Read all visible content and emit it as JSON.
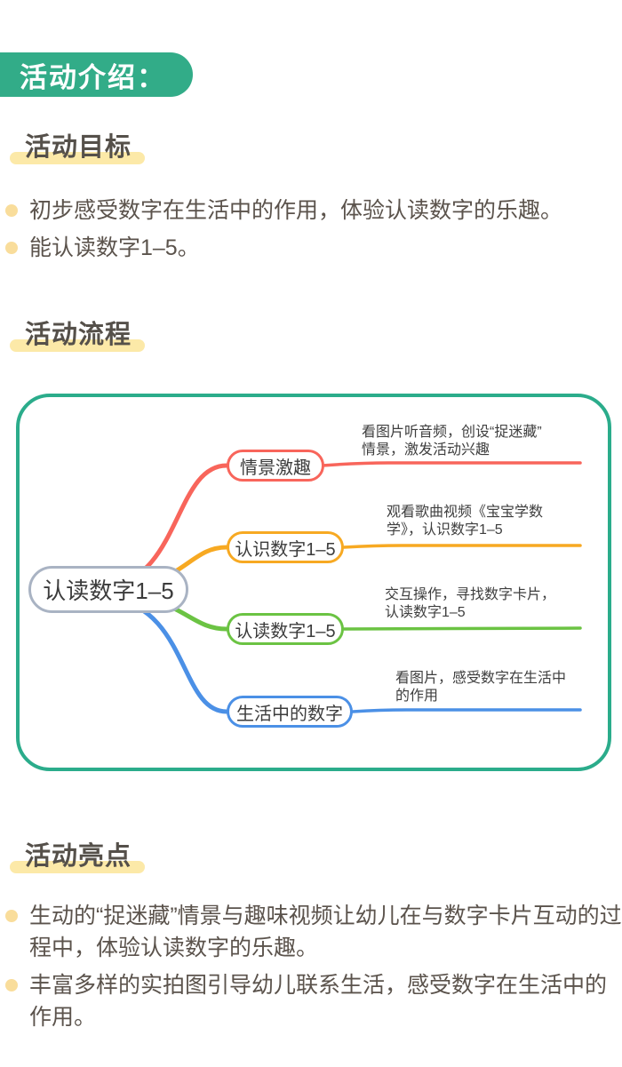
{
  "header": {
    "badge_label": "活动介绍："
  },
  "sections": {
    "goals": {
      "heading": "活动目标",
      "bullets": [
        "初步感受数字在生活中的作用，体验认读数字的乐趣。",
        "能认读数字1–5。"
      ]
    },
    "flow": {
      "heading": "活动流程",
      "mindmap": {
        "root_label": "认读数字1–5",
        "root_border_color": "#a9b3c3",
        "container_border_color": "#2bac8b",
        "branches": [
          {
            "label": "情景激趣",
            "color": "#f8655b",
            "note_line1": "看图片听音频，创设“捉迷藏”",
            "note_line2": "情景，激发活动兴趣"
          },
          {
            "label": "认识数字1–5",
            "color": "#f7a922",
            "note_line1": "观看歌曲视频《宝宝学数",
            "note_line2": "学》，认识数字1–5"
          },
          {
            "label": "认读数字1–5",
            "color": "#6bc343",
            "note_line1": "交互操作，寻找数字卡片，",
            "note_line2": "认读数字1–5"
          },
          {
            "label": "生活中的数字",
            "color": "#4b90e6",
            "note_line1": "看图片，感受数字在生活中",
            "note_line2": "的作用"
          }
        ]
      }
    },
    "highlights": {
      "heading": "活动亮点",
      "bullets": [
        "生动的“捉迷藏”情景与趣味视频让幼儿在与数字卡片互动的过程中，体验认读数字的乐趣。",
        "丰富多样的实拍图引导幼儿联系生活，感受数字在生活中的作用。"
      ]
    }
  },
  "colors": {
    "badge_green": "#32ac88",
    "heading_highlight_yellow": "#fce9a8",
    "bullet_dot_yellow": "#f9dd9b",
    "body_text": "#5b534c"
  }
}
